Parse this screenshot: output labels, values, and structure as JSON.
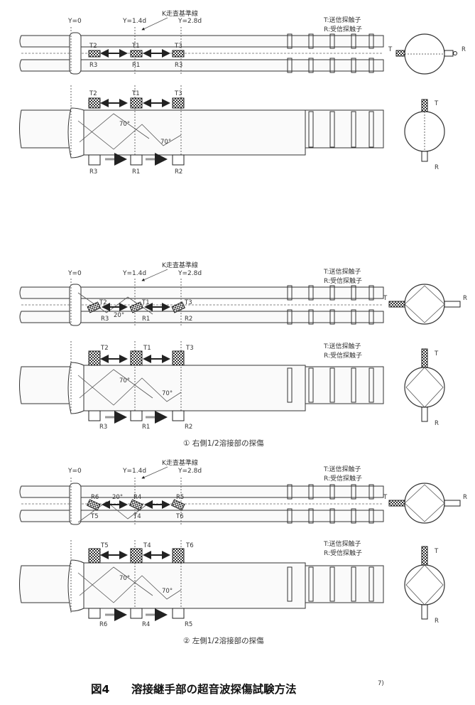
{
  "figure": {
    "number": "図4",
    "title": "溶接継手部の超音波探傷試験方法",
    "ref": "7)"
  },
  "legend": {
    "t": "T:送信探触子",
    "r": "R:受信探触子"
  },
  "axis": {
    "y0": "Y=0",
    "y1": "Y=1.4d",
    "y2": "Y=2.8d",
    "k": "K走査基準線"
  },
  "angles": {
    "a70": "70°",
    "a20": "20°"
  },
  "section1": {
    "top_labels": [
      "T2",
      "T1",
      "T3"
    ],
    "bottom_labels": [
      "R3",
      "R1",
      "R3"
    ],
    "side_top": [
      "T2",
      "T1",
      "T3"
    ],
    "side_bottom": [
      "R3",
      "R1",
      "R2"
    ],
    "cross_left": "T",
    "cross_right": "R",
    "cross_top": "T",
    "cross_bottom": "R"
  },
  "section2": {
    "top_labels": [
      "T2",
      "T1",
      "T3"
    ],
    "bottom_labels": [
      "R3",
      "R1",
      "R2"
    ],
    "side_top": [
      "T2",
      "T1",
      "T3"
    ],
    "side_bottom": [
      "R3",
      "R1",
      "R2"
    ],
    "cross_left": "T",
    "cross_right": "R",
    "cross_top": "T",
    "cross_bottom": "R",
    "caption": "① 右側1/2溶接部の探傷"
  },
  "section3": {
    "top_labels": [
      "R6",
      "R4",
      "R5"
    ],
    "bottom_labels": [
      "T5",
      "T4",
      "T6"
    ],
    "side_top": [
      "T5",
      "T4",
      "T6"
    ],
    "side_bottom": [
      "R6",
      "R4",
      "R5"
    ],
    "cross_left": "T",
    "cross_right": "R",
    "cross_top": "T",
    "cross_bottom": "R",
    "caption": "② 左側1/2溶接部の探傷"
  }
}
